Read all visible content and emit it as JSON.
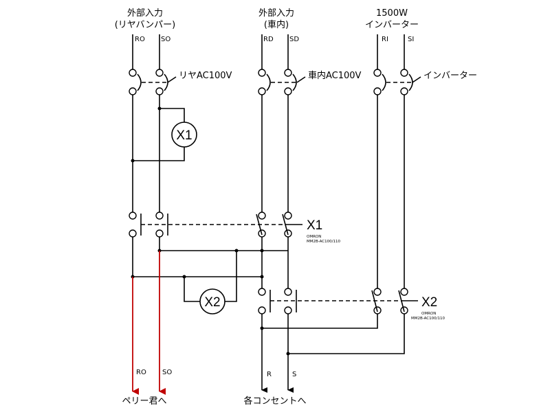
{
  "inputs": {
    "rear": {
      "title": "外部入力",
      "subtitle": "(リヤバンパー)",
      "wire1": "RO",
      "wire2": "SO",
      "switch_label": "リヤAC100V"
    },
    "inner": {
      "title": "外部入力",
      "subtitle": "(車内)",
      "wire1": "RD",
      "wire2": "SD",
      "switch_label": "車内AC100V"
    },
    "inverter": {
      "title": "1500W",
      "subtitle": "インバーター",
      "wire1": "RI",
      "wire2": "SI",
      "switch_label": "インバーター"
    }
  },
  "relays": {
    "x1": {
      "coil": "X1",
      "contact_label": "X1",
      "maker": "OMRON",
      "model": "MM2B-AC100/110"
    },
    "x2": {
      "coil": "X2",
      "contact_label": "X2",
      "maker": "OMRON",
      "model": "MM2B-AC100/110"
    }
  },
  "outputs": {
    "left": {
      "wire1": "RO",
      "wire2": "SO",
      "destination": "ペリー君へ",
      "arrow_color": "#cc0000"
    },
    "right": {
      "wire1": "R",
      "wire2": "S",
      "destination": "各コンセントへ",
      "arrow_color": "#000000"
    }
  }
}
